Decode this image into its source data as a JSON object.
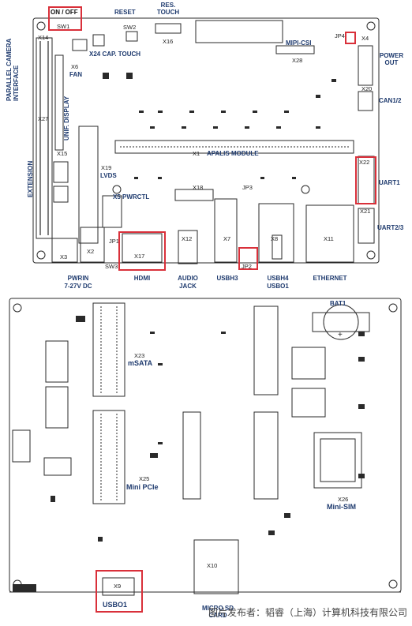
{
  "top_board": {
    "header_labels": {
      "on_off": "ON / OFF",
      "sw1": "SW1",
      "reset": "RESET",
      "sw2": "SW2",
      "res_touch": "RES. TOUCH",
      "x16": "X16",
      "mipi_csi": "MIPI-CSI",
      "x28": "X28",
      "jp4": "JP4",
      "x4": "X4",
      "power_out": "POWER OUT"
    },
    "left_labels": {
      "parallel_camera_interface": "PARALLEL CAMERA INTERFACE",
      "extension": "EXTENSION",
      "x14": "X14",
      "x24_cap_touch": "X24 CAP. TOUCH",
      "x6": "X6",
      "fan": "FAN",
      "x27": "X27",
      "unif_display": "UNIF. DISPLAY",
      "x15": "X15",
      "x19": "X19",
      "lvds": "LVDS",
      "x5_pwrctl": "X5 PWRCTL",
      "x18": "X18",
      "jp3": "JP3"
    },
    "module": {
      "x1": "X1",
      "apalis_module": "APALIS MODULE"
    },
    "right_labels": {
      "x20": "X20",
      "can": "CAN1/2",
      "x22": "X22",
      "uart1": "UART1",
      "x21": "X21",
      "uart23": "UART2/3"
    },
    "bottom_connectors": {
      "x3": "X3",
      "x2": "X2",
      "sw3": "SW3",
      "jp1": "JP1",
      "x17": "X17",
      "x12": "X12",
      "x7": "X7",
      "jp2": "JP2",
      "x8": "X8",
      "x11": "X11"
    },
    "bottom_labels": {
      "pwrin": "PWRIN",
      "pwrin_volt": "7-27V DC",
      "hdmi": "HDMI",
      "audio": "AUDIO",
      "jack": "JACK",
      "usbh3": "USBH3",
      "usbh4": "USBH4",
      "usbo1_top": "USBO1",
      "ethernet": "ETHERNET"
    }
  },
  "bottom_board": {
    "bat1": "BAT1",
    "plus": "+",
    "x23": "X23",
    "msata": "mSATA",
    "x25": "X25",
    "mini_pcie": "Mini PCIe",
    "x26": "X26",
    "mini_sim": "Mini-SIM",
    "x10": "X10",
    "micro_sd": "MICRO SD CARD",
    "x9": "X9",
    "usbo1": "USBO1"
  },
  "watermark": "图片发布者：韬睿（上海）计算机科技有限公司",
  "colors": {
    "label_blue": "#1e3a6e",
    "highlight_red": "#d9303a",
    "line": "#2a2a2a"
  }
}
